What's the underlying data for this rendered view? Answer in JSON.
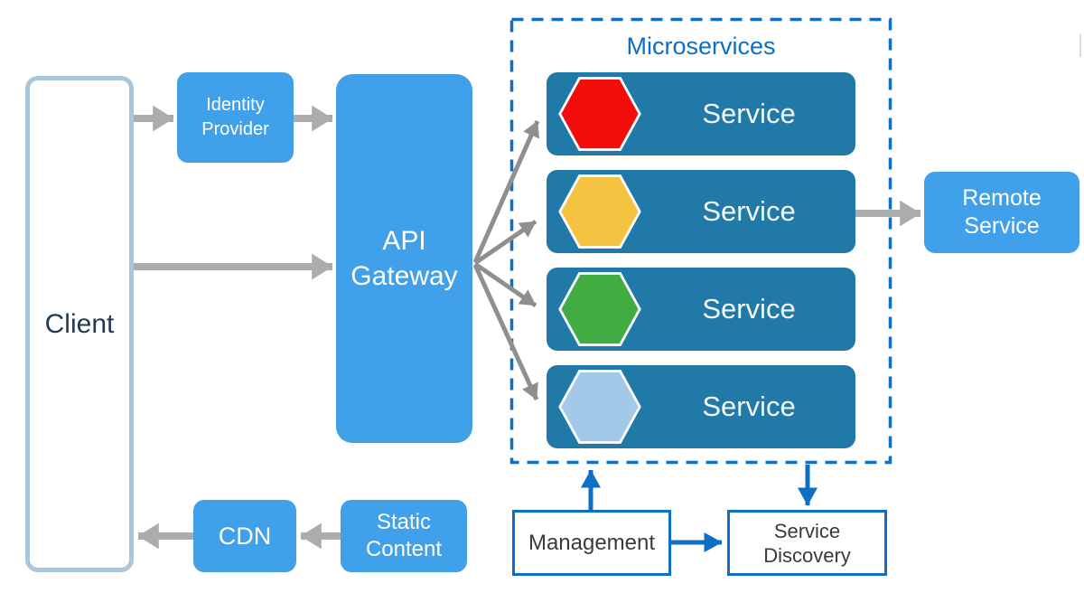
{
  "colors": {
    "node_blue": "#41A0EA",
    "service_teal": "#2179A8",
    "container_dash_blue": "#0E6FC5",
    "title_blue": "#0C6EC4",
    "thick_arrow_gray": "#ACACAC",
    "fan_arrow_gray": "#8F8F8F",
    "client_border": "#A9C6DB",
    "client_text": "#1F3B53"
  },
  "nodes": {
    "client": {
      "label": "Client"
    },
    "identity_provider": {
      "line1": "Identity",
      "line2": "Provider"
    },
    "api_gateway": {
      "line1": "API",
      "line2": "Gateway"
    },
    "remote_service": {
      "line1": "Remote",
      "line2": "Service"
    },
    "cdn": {
      "label": "CDN"
    },
    "static_content": {
      "line1": "Static",
      "line2": "Content"
    },
    "management": {
      "label": "Management"
    },
    "service_discovery": {
      "line1": "Service",
      "line2": "Discovery"
    }
  },
  "microservices": {
    "title": "Microservices",
    "services": [
      {
        "label": "Service",
        "icon": "hexagon-icon",
        "hex_color": "#F20D0D"
      },
      {
        "label": "Service",
        "icon": "hexagon-icon",
        "hex_color": "#F5C342"
      },
      {
        "label": "Service",
        "icon": "hexagon-icon",
        "hex_color": "#41AC41"
      },
      {
        "label": "Service",
        "icon": "hexagon-icon",
        "hex_color": "#A3C9E9"
      }
    ]
  },
  "connections": [
    {
      "from": "Client",
      "to": "Identity Provider",
      "style": "gray-thick"
    },
    {
      "from": "Identity Provider",
      "to": "API Gateway",
      "style": "gray-thick"
    },
    {
      "from": "Client",
      "to": "API Gateway",
      "style": "gray-thick"
    },
    {
      "from": "API Gateway",
      "to": "Service 1",
      "style": "gray-fan"
    },
    {
      "from": "API Gateway",
      "to": "Service 2",
      "style": "gray-fan"
    },
    {
      "from": "API Gateway",
      "to": "Service 3",
      "style": "gray-fan"
    },
    {
      "from": "API Gateway",
      "to": "Service 4",
      "style": "gray-fan"
    },
    {
      "from": "Service 2",
      "to": "Remote Service",
      "style": "gray-thick"
    },
    {
      "from": "Static Content",
      "to": "CDN",
      "style": "gray-thick"
    },
    {
      "from": "CDN",
      "to": "Client",
      "style": "gray-thick"
    },
    {
      "from": "Management",
      "to": "Microservices",
      "style": "blue"
    },
    {
      "from": "Microservices",
      "to": "Service Discovery",
      "style": "blue"
    },
    {
      "from": "Management",
      "to": "Service Discovery",
      "style": "blue"
    }
  ]
}
